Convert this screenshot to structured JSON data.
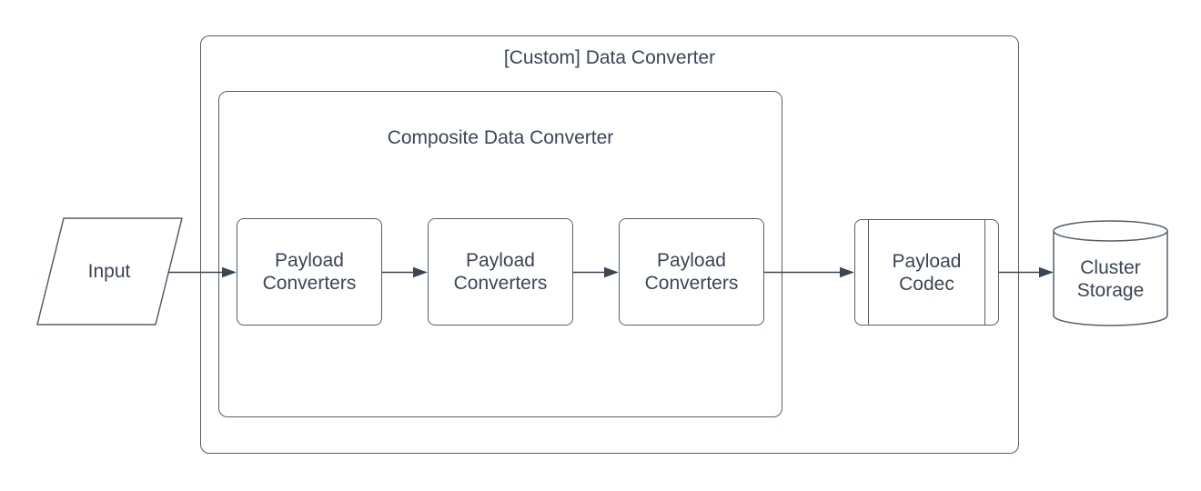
{
  "diagram": {
    "background_color": "#ffffff",
    "stroke_color": "#515f6e",
    "arrow_color": "#3a4556",
    "text_color": "#3a4556",
    "outer_container": {
      "title": "[Custom] Data Converter"
    },
    "inner_container": {
      "title": "Composite Data Converter"
    },
    "nodes": {
      "input": {
        "shape": "parallelogram",
        "lines": [
          "Input"
        ]
      },
      "payload_converter_1": {
        "shape": "rounded-rectangle",
        "lines": [
          "Payload",
          "Converters"
        ]
      },
      "payload_converter_2": {
        "shape": "rounded-rectangle",
        "lines": [
          "Payload",
          "Converters"
        ]
      },
      "payload_converter_3": {
        "shape": "rounded-rectangle",
        "lines": [
          "Payload",
          "Converters"
        ]
      },
      "payload_codec": {
        "shape": "predefined-process",
        "lines": [
          "Payload",
          "Codec"
        ]
      },
      "cluster_storage": {
        "shape": "cylinder",
        "lines": [
          "Cluster",
          "Storage"
        ]
      }
    },
    "edges": [
      {
        "from": "input",
        "to": "payload_converter_1"
      },
      {
        "from": "payload_converter_1",
        "to": "payload_converter_2"
      },
      {
        "from": "payload_converter_2",
        "to": "payload_converter_3"
      },
      {
        "from": "payload_converter_3",
        "to": "payload_codec"
      },
      {
        "from": "payload_codec",
        "to": "cluster_storage"
      }
    ]
  }
}
